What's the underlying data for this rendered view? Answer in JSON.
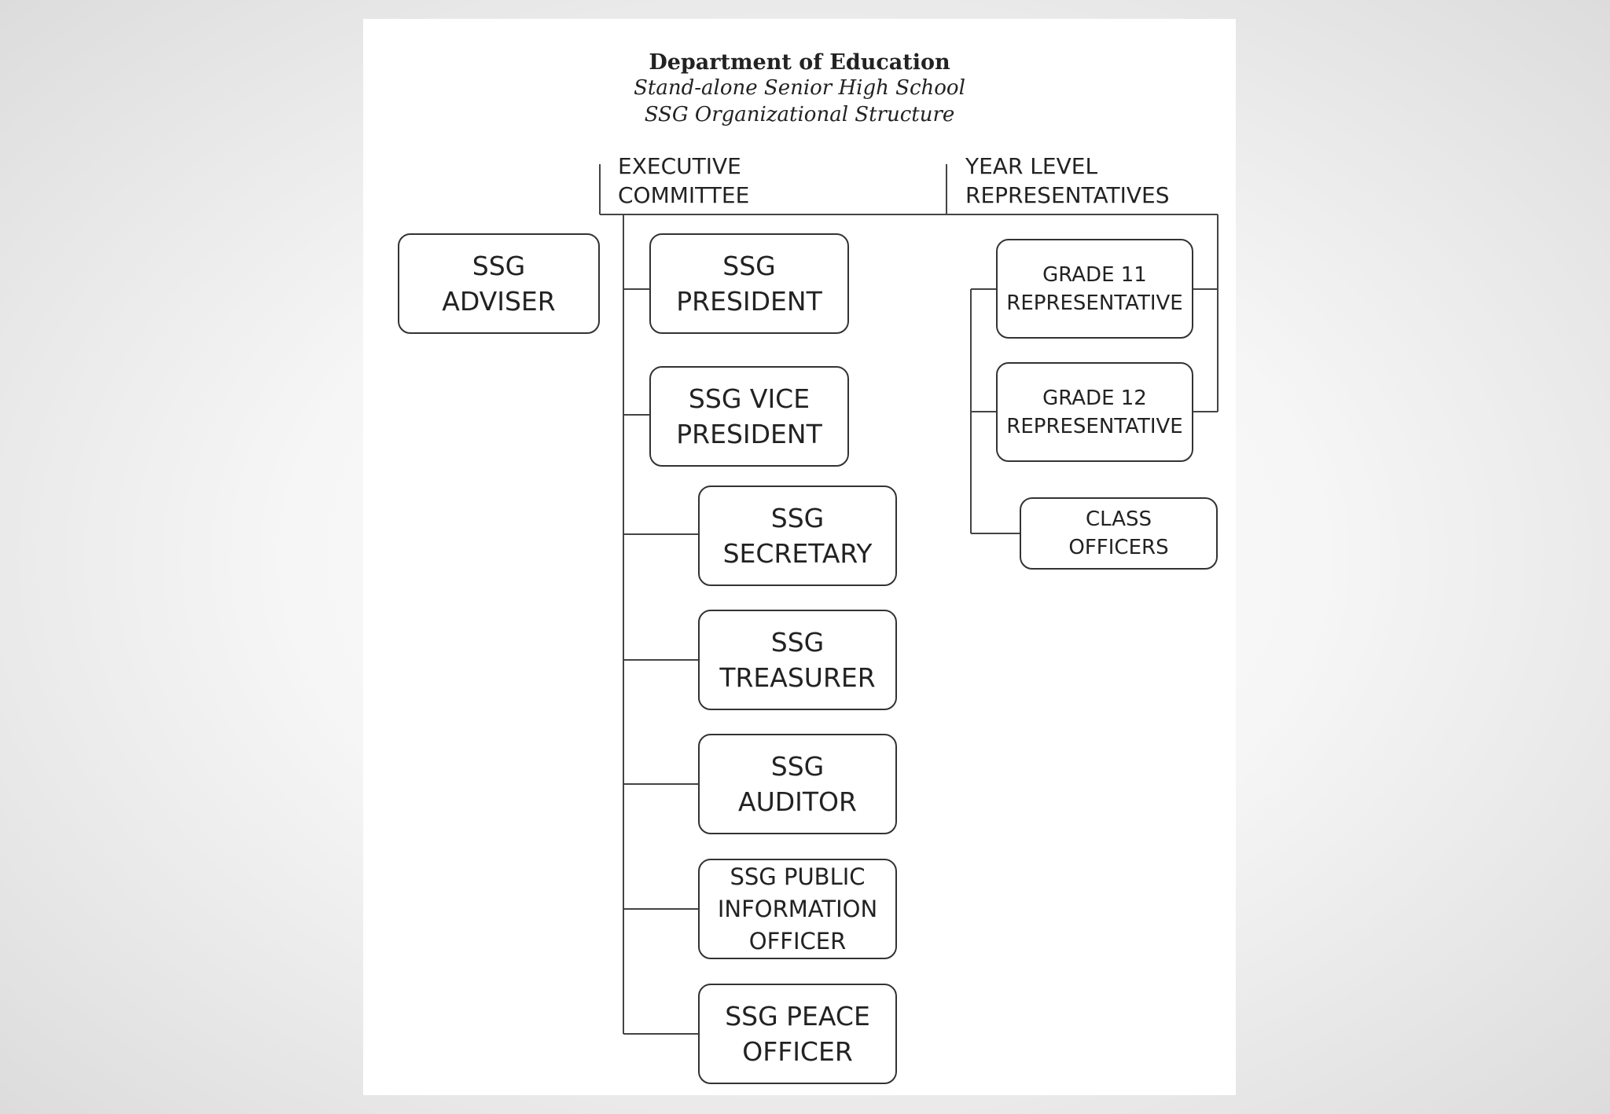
{
  "header": {
    "title": "Department of Education",
    "subtitle1": "Stand-alone Senior High School",
    "subtitle2": "SSG Organizational Structure"
  },
  "groups": {
    "executive": "EXECUTIVE\nCOMMITTEE",
    "year_level": "YEAR LEVEL\nREPRESENTATIVES"
  },
  "boxes": {
    "adviser": "SSG\nADVISER",
    "president": "SSG\nPRESIDENT",
    "vice_president": "SSG VICE\nPRESIDENT",
    "secretary": "SSG\nSECRETARY",
    "treasurer": "SSG\nTREASURER",
    "auditor": "SSG\nAUDITOR",
    "pio": "SSG PUBLIC\nINFORMATION\nOFFICER",
    "peace_officer": "SSG PEACE\nOFFICER",
    "grade11": "GRADE 11\nREPRESENTATIVE",
    "grade12": "GRADE 12\nREPRESENTATIVE",
    "class_officers": "CLASS\nOFFICERS"
  }
}
